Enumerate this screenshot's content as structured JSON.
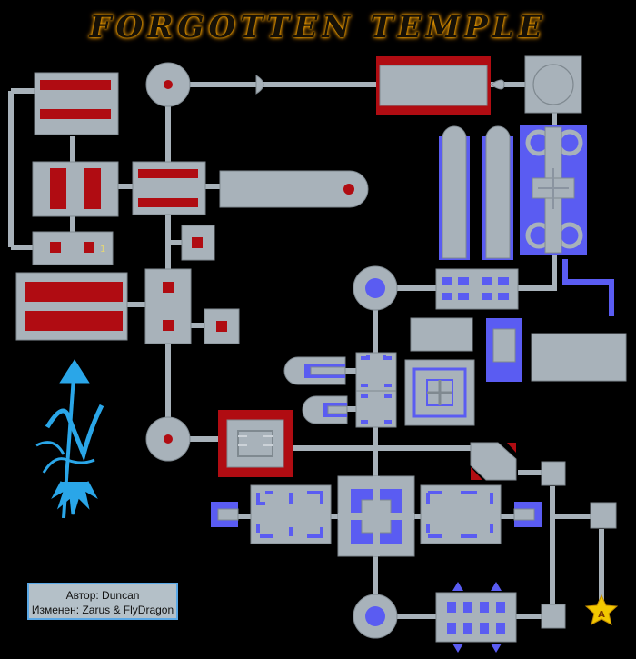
{
  "title": "FORGOTTEN TEMPLE",
  "credits": {
    "author": "Автор: Duncan",
    "modified": "Изменен: Zarus & FlyDragon"
  },
  "markers": {
    "start_label": "A",
    "room_number": "1"
  },
  "colors": {
    "background": "#000000",
    "floor": "#a8b2ba",
    "red_zone": "#b00c12",
    "blue_zone": "#5a5cf2",
    "title_glow": "#f2a200",
    "compass": "#2aa6e8",
    "start_star": "#f2c800"
  },
  "icons": [
    "compass-rose-icon",
    "start-star-icon"
  ]
}
